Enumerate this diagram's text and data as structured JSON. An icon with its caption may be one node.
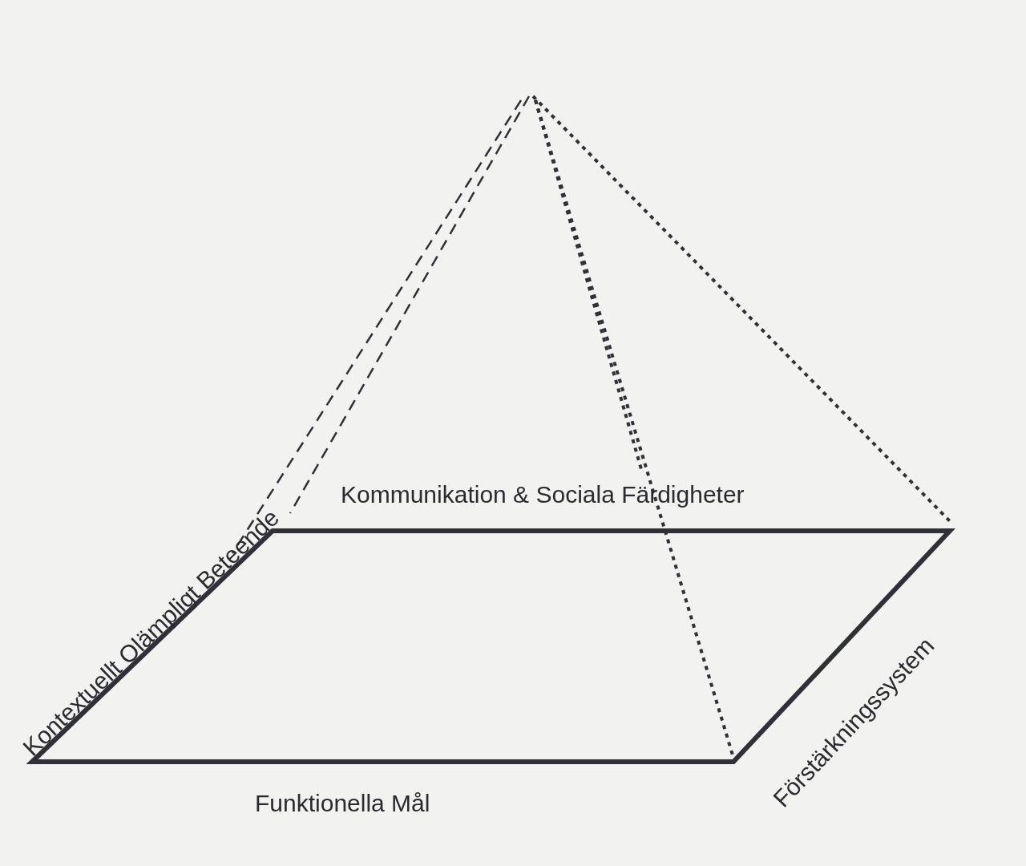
{
  "diagram": {
    "labels": [
      "Kommunikation & Sociala Färdigheter",
      "Kontextuellt Olämpligt Beteende",
      "Förstärkningssystem",
      "Funktionella Mål"
    ]
  }
}
